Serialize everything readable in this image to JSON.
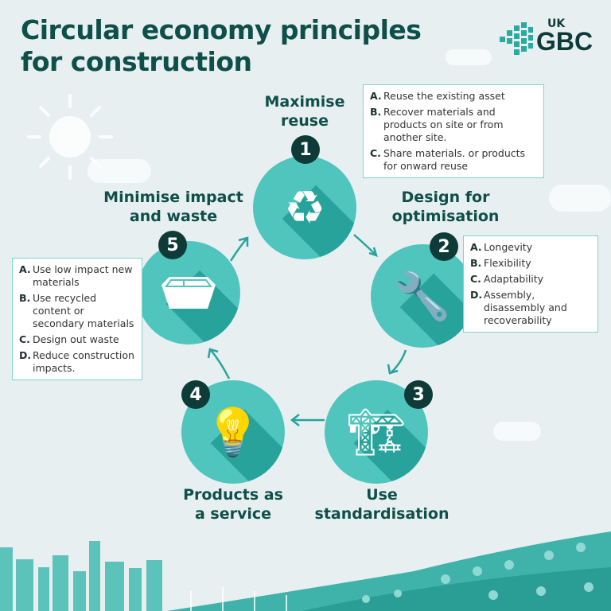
{
  "title": [
    "Circular economy principles",
    "for construction"
  ],
  "logo": {
    "top": "UK",
    "main": "GBC"
  },
  "colors": {
    "accent": "#4fc5bd",
    "accent_dark": "#27a39c",
    "badge": "#0e3b38",
    "heading": "#0f4f49",
    "background": "#e7eff1"
  },
  "principles": [
    {
      "number": "1",
      "title": [
        "Maximise",
        "reuse"
      ],
      "icon": "recycle-icon",
      "items": [
        {
          "letter": "A.",
          "text": "Reuse the existing asset"
        },
        {
          "letter": "B.",
          "text": "Recover materials and products on site or from another site."
        },
        {
          "letter": "C.",
          "text": "Share materials. or products for onward reuse"
        }
      ]
    },
    {
      "number": "2",
      "title": [
        "Design for",
        "optimisation"
      ],
      "icon": "wrench-icon",
      "items": [
        {
          "letter": "A.",
          "text": "Longevity"
        },
        {
          "letter": "B.",
          "text": "Flexibility"
        },
        {
          "letter": "C.",
          "text": "Adaptability"
        },
        {
          "letter": "D.",
          "text": "Assembly, disassembly and recoverability"
        }
      ]
    },
    {
      "number": "3",
      "title": [
        "Use",
        "standardisation"
      ],
      "icon": "crane-icon"
    },
    {
      "number": "4",
      "title": [
        "Products as",
        "a service"
      ],
      "icon": "lightbulb-icon"
    },
    {
      "number": "5",
      "title": [
        "Minimise impact",
        "and waste"
      ],
      "icon": "skip-bin-icon",
      "items": [
        {
          "letter": "A.",
          "text": "Use low impact new materials"
        },
        {
          "letter": "B.",
          "text": "Use recycled content or secondary materials"
        },
        {
          "letter": "C.",
          "text": "Design out waste"
        },
        {
          "letter": "D.",
          "text": "Reduce construction impacts."
        }
      ]
    }
  ]
}
